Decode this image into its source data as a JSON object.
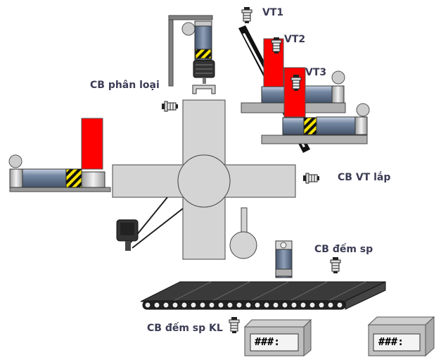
{
  "labels": {
    "vt1": "VT1",
    "vt2": "VT2",
    "vt3": "VT3",
    "cb_phan_loai": "CB phân loại",
    "cb_vt_lap": "CB VT lắp",
    "cb_dem_sp": "CB đếm sp",
    "cb_dem_sp_kl": "CB đếm sp KL"
  },
  "displays": {
    "counter_1": "###:",
    "counter_2": "###:"
  },
  "colors": {
    "actuator_red": "#ff0000",
    "cylinder_blue": "#6f8199",
    "hazard_yellow": "#f5e400",
    "frame_gray": "#d4d4d4",
    "belt_dark": "#2a2a2a"
  },
  "icons": [
    "sensor-icon",
    "motor-icon",
    "pneumatic-cylinder-icon",
    "conveyor-belt-icon",
    "counter-display-icon"
  ]
}
